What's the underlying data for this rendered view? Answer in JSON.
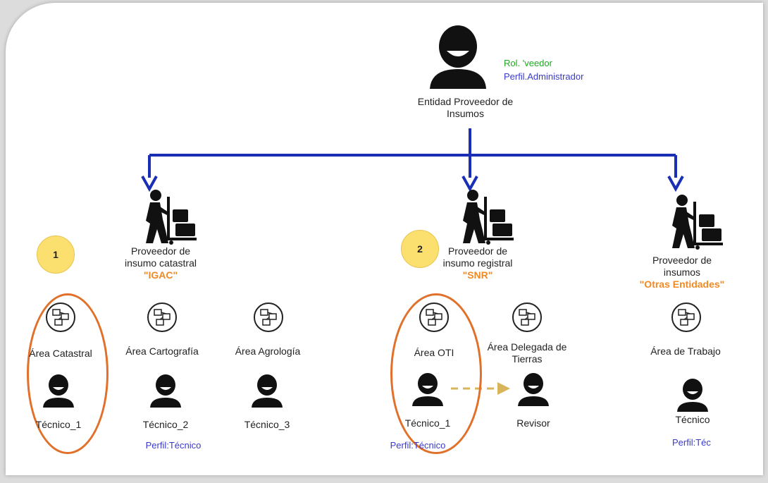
{
  "top": {
    "name_line1": "Entidad Proveedor de",
    "name_line2": "Insumos",
    "rol": "Rol. 'veedor",
    "perfil": "Perfil.Administrador",
    "icon": "user-icon"
  },
  "providers": [
    {
      "line1": "Proveedor de",
      "line2": "insumo catastral",
      "tag": "\"IGAC\"",
      "icon": "delivery-person-icon"
    },
    {
      "line1": "Proveedor de",
      "line2": "insumo registral",
      "tag": "\"SNR\"",
      "icon": "delivery-person-icon"
    },
    {
      "line1": "Proveedor de",
      "line2": "insumos",
      "tag": "\"Otras Entidades\"",
      "icon": "delivery-person-icon"
    }
  ],
  "badges": [
    "1",
    "2"
  ],
  "areas": [
    {
      "name": "Área Catastral",
      "user": "Técnico_1"
    },
    {
      "name": "Área Cartografía",
      "user": "Técnico_2"
    },
    {
      "name": "Área Agrología",
      "user": "Técnico_3"
    },
    {
      "name": "Área OTI",
      "user": "Técnico_1"
    },
    {
      "name": "Área Delegada de Tierras",
      "user": "Revisor"
    },
    {
      "name": "Área de Trabajo",
      "user": "Técnico"
    }
  ],
  "profiles": [
    "Perfil:Técnico",
    "Perfil:Técnico",
    "Perfil:Téc"
  ],
  "colors": {
    "arrow": "#1a2fb5",
    "dashed_arrow": "#d8b45a",
    "circle": "#e0702a",
    "badge": "#fbe070"
  }
}
